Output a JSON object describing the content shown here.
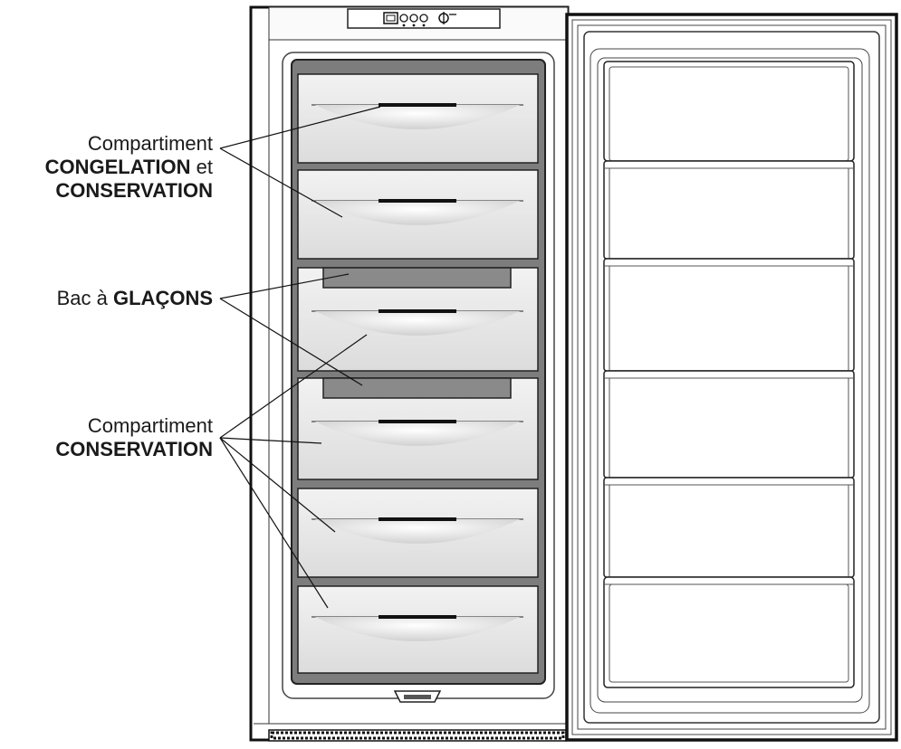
{
  "labels": {
    "freezer_compartment": {
      "line1": "Compartiment",
      "line2_bold": "CONGELATION",
      "line2_suffix": " et",
      "line3_bold": "CONSERVATION"
    },
    "ice_tray": {
      "prefix": "Bac à ",
      "bold": "GLAÇONS"
    },
    "storage_compartment": {
      "line1": "Compartiment",
      "line2_bold": "CONSERVATION"
    }
  },
  "colors": {
    "outline": "#111111",
    "drawer_fill": "#e9e9e9",
    "drawer_frame": "#7d7d7d",
    "ice_tray_fill": "#8a8a8a",
    "door_fill": "#ffffff"
  },
  "counts": {
    "drawers": 6,
    "door_shelves": 6,
    "control_knobs": 3
  }
}
